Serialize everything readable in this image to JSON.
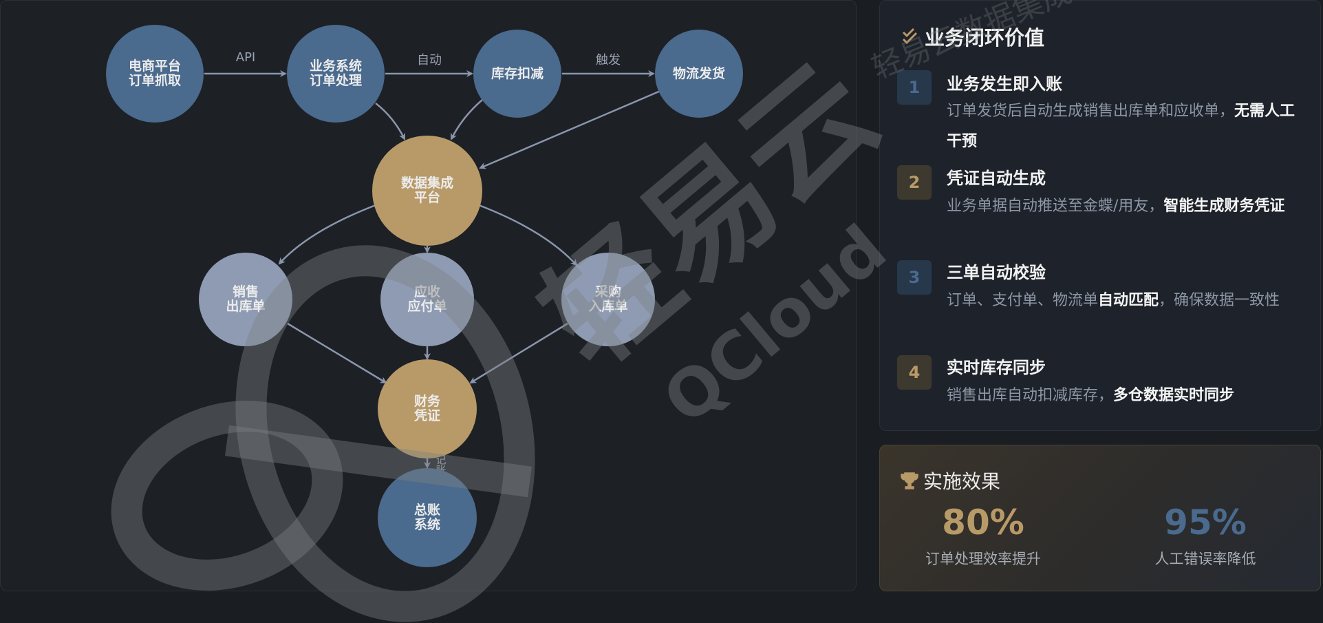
{
  "flow": {
    "nodes": {
      "ecommerce": "电商平台\n订单抓取",
      "business": "业务系统\n订单处理",
      "inventory": "库存扣减",
      "logistics": "物流发货",
      "integration": "数据集成\n平台",
      "sales_out": "销售\n出库单",
      "receivable": "应收\n应付单",
      "purchase_in": "采购\n入库单",
      "voucher": "财务\n凭证",
      "ledger": "总账\n系统"
    },
    "edge_labels": {
      "api": "API",
      "auto": "自动",
      "trigger": "触发",
      "post": "记账"
    }
  },
  "watermark": {
    "brand": "轻易云",
    "brand_en": "QCloud",
    "small": "轻易云数据集成"
  },
  "value": {
    "title": "业务闭环价值",
    "items": [
      {
        "num": "1",
        "title": "业务发生即入账",
        "desc": "订单发货后自动生成销售出库单和应收单，",
        "bold": "无需人工干预",
        "tail": ""
      },
      {
        "num": "2",
        "title": "凭证自动生成",
        "desc": "业务单据自动推送至金蝶/用友，",
        "bold": "智能生成财务凭证",
        "tail": ""
      },
      {
        "num": "3",
        "title": "三单自动校验",
        "desc": "订单、支付单、物流单",
        "bold": "自动匹配",
        "tail": "，确保数据一致性"
      },
      {
        "num": "4",
        "title": "实时库存同步",
        "desc": "销售出库自动扣减库存，",
        "bold": "多仓数据实时同步",
        "tail": ""
      }
    ]
  },
  "effect": {
    "title": "实施效果",
    "stats": [
      {
        "value": "80%",
        "label": "订单处理效率提升"
      },
      {
        "value": "95%",
        "label": "人工错误率降低"
      }
    ]
  },
  "colors": {
    "blue": "#4a6a8e",
    "gold": "#b89a68",
    "lavender": "#8e9bb3"
  }
}
